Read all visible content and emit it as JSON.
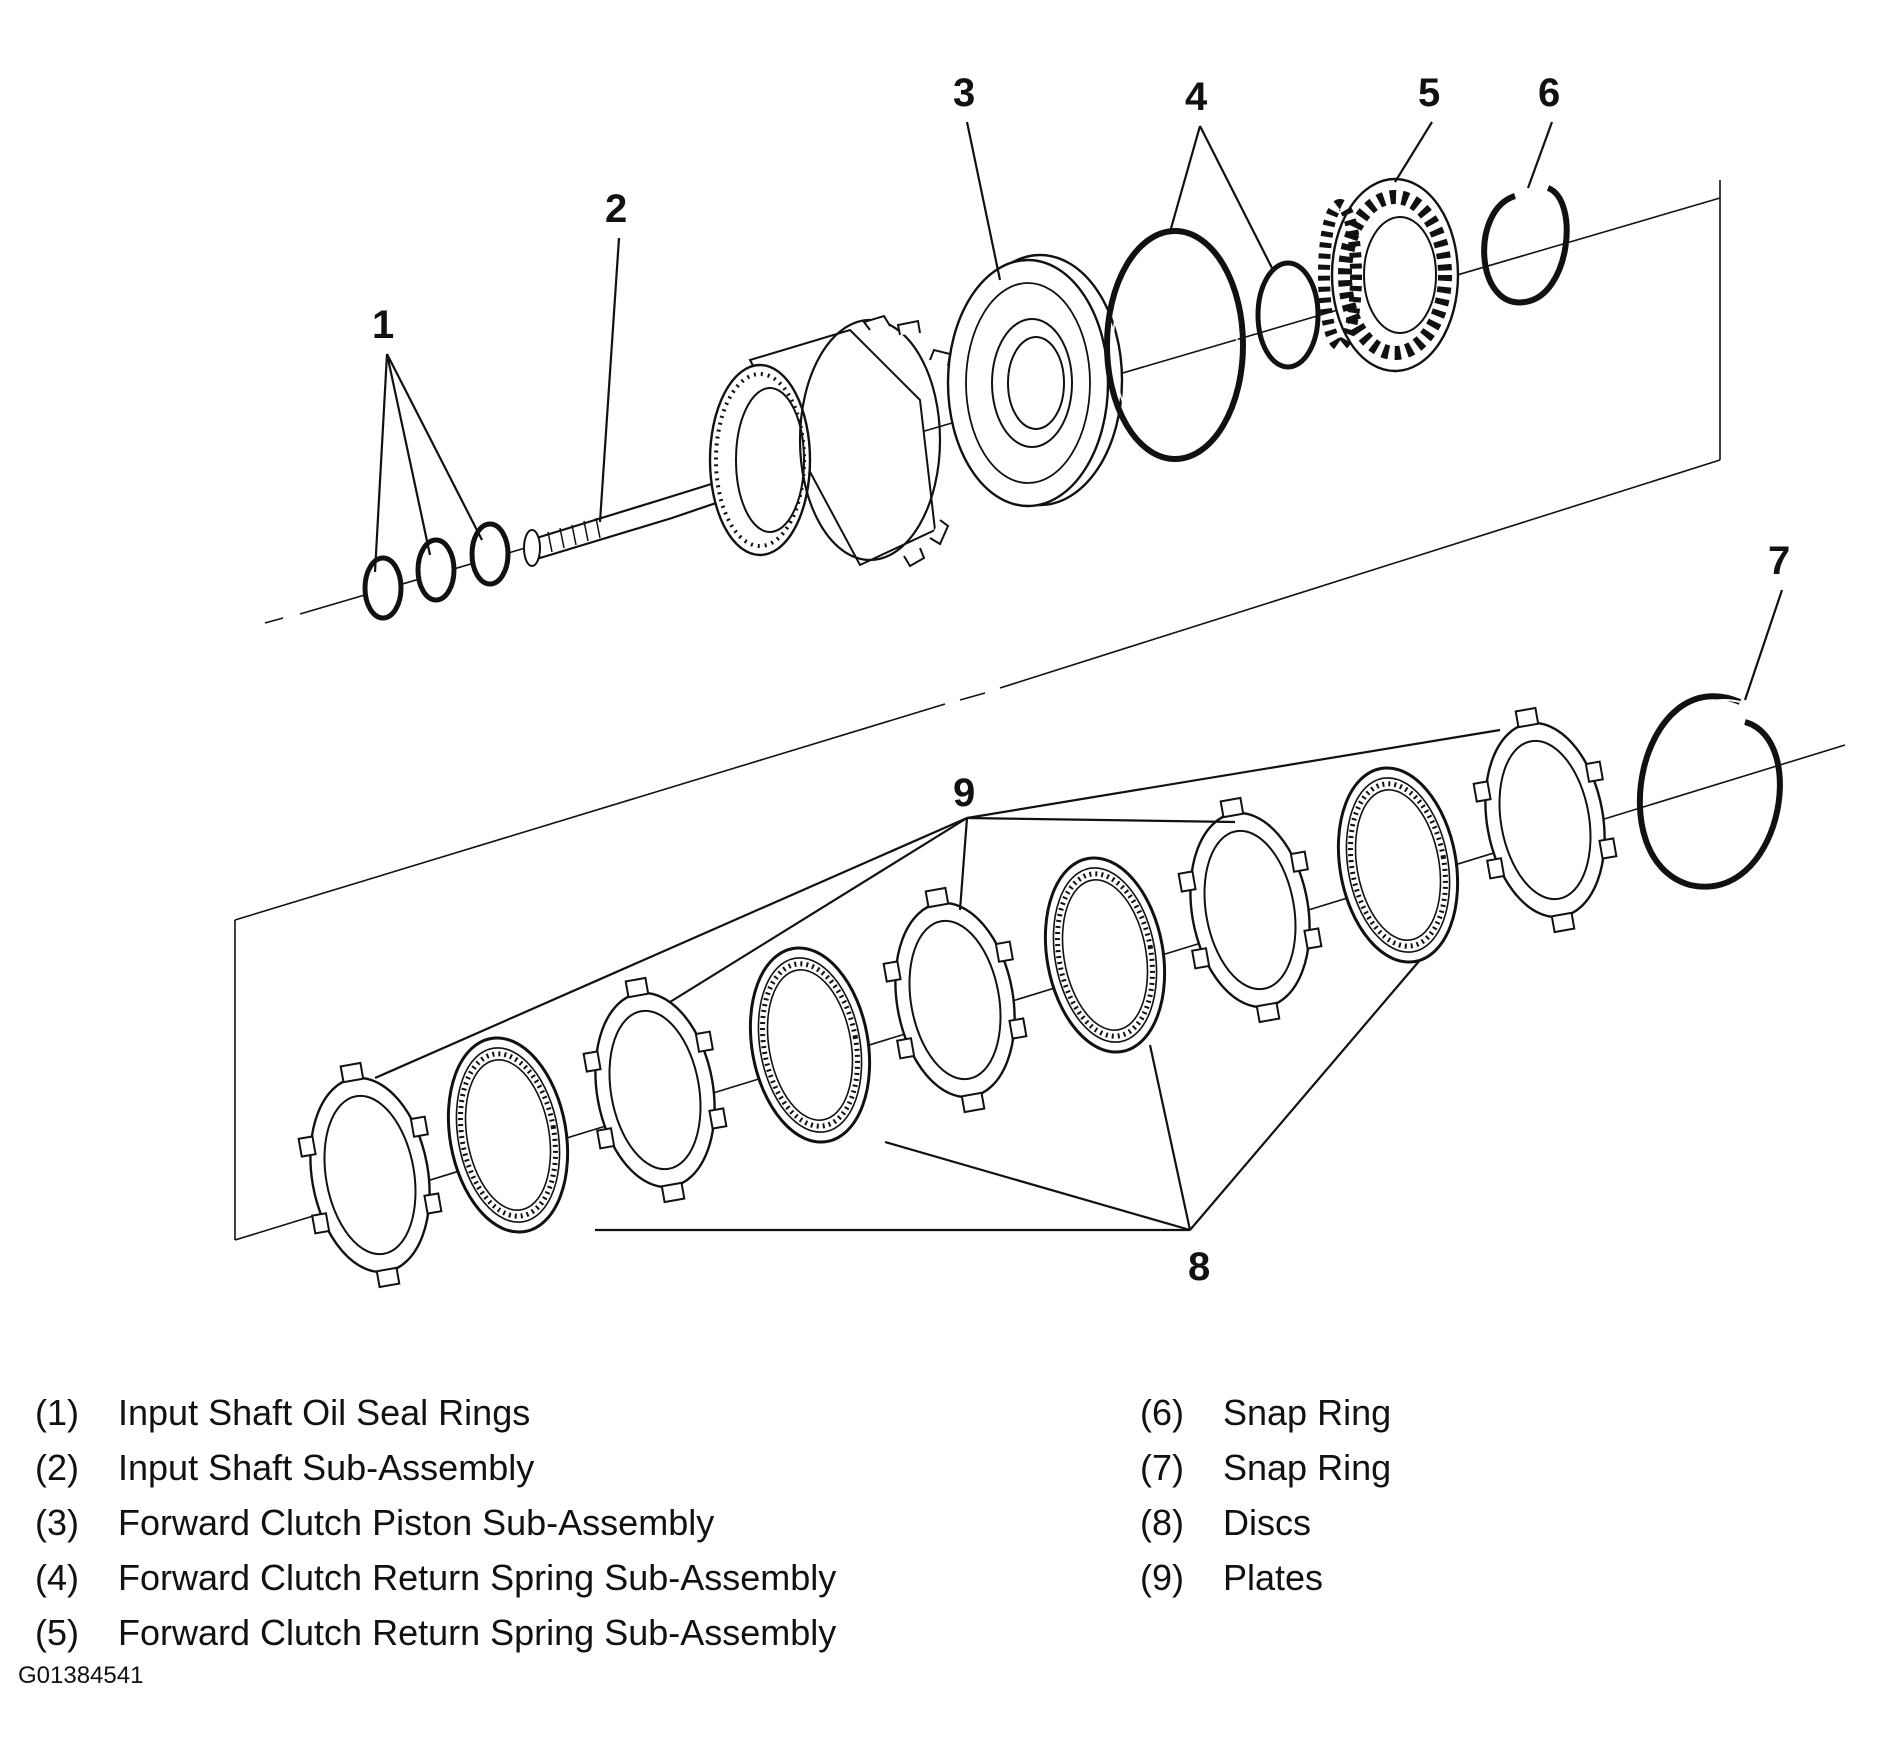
{
  "callouts": [
    "1",
    "2",
    "3",
    "4",
    "5",
    "6",
    "7",
    "8",
    "9"
  ],
  "legend": {
    "left": [
      {
        "num": "(1)",
        "label": "Input Shaft Oil Seal Rings"
      },
      {
        "num": "(2)",
        "label": "Input Shaft Sub-Assembly"
      },
      {
        "num": "(3)",
        "label": "Forward Clutch Piston Sub-Assembly"
      },
      {
        "num": "(4)",
        "label": "Forward Clutch Return Spring Sub-Assembly"
      },
      {
        "num": "(5)",
        "label": "Forward Clutch Return Spring Sub-Assembly"
      }
    ],
    "right": [
      {
        "num": "(6)",
        "label": "Snap Ring"
      },
      {
        "num": "(7)",
        "label": "Snap Ring"
      },
      {
        "num": "(8)",
        "label": "Discs"
      },
      {
        "num": "(9)",
        "label": "Plates"
      }
    ]
  },
  "figure_id": "G01384541",
  "colors": {
    "ink": "#111111",
    "background": "#ffffff"
  }
}
